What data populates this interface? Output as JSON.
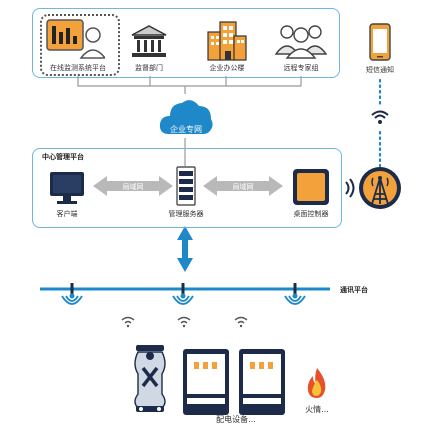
{
  "top_panel": {
    "items": [
      {
        "label": "在线监测系统平台"
      },
      {
        "label": "监督部门"
      },
      {
        "label": "企业办公楼"
      },
      {
        "label": "远程专家组"
      }
    ],
    "sms_label": "短信通知"
  },
  "cloud_label": "企业专网",
  "center": {
    "title": "中心管理平台",
    "client_label": "客户端",
    "server_label": "管理服务器",
    "desktop_label": "桌面控制器",
    "lan_left": "局域网",
    "lan_right": "局域网"
  },
  "comm_label": "通讯平台",
  "bottom": {
    "equipment_label": "配电设备...",
    "fire_label": "火情..."
  },
  "colors": {
    "accent": "#1e88c8",
    "dark": "#1c2b4a",
    "orange": "#f2a13b"
  }
}
